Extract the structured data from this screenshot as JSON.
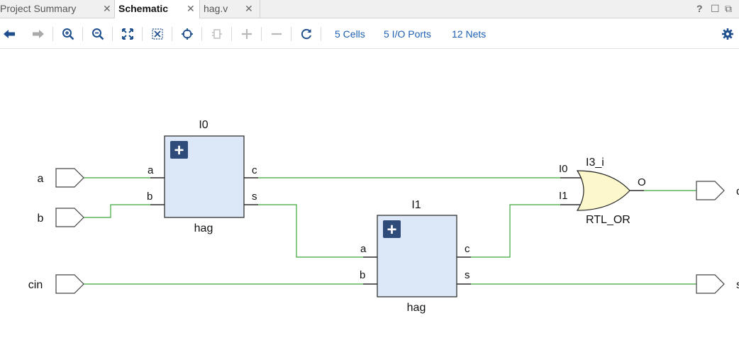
{
  "tabs": [
    {
      "label": "Project Summary",
      "active": false
    },
    {
      "label": "Schematic",
      "active": true
    },
    {
      "label": "hag.v",
      "active": false
    }
  ],
  "window_controls": {
    "help": "?",
    "restore": "☐",
    "float": "⧉"
  },
  "toolbar": {
    "icons": [
      "back-icon",
      "forward-icon",
      "zoom-in-icon",
      "zoom-out-icon",
      "zoom-fit-icon",
      "zoom-selection-icon",
      "select-target-icon",
      "collapse-icon",
      "expand-plus-icon",
      "collapse-minus-icon",
      "refresh-icon",
      "settings-gear-icon"
    ],
    "cells_link": "5 Cells",
    "ports_link": "5 I/O Ports",
    "nets_link": "12 Nets"
  },
  "schematic": {
    "colors": {
      "wire": "#3aa63a",
      "cell_fill": "#dce8f8",
      "gate_fill": "#fdf7cc",
      "plus_bg": "#2e4b7a"
    },
    "ports_in": [
      "a",
      "b",
      "cin"
    ],
    "ports_out_visible_chars": [
      "c",
      "s"
    ],
    "cell_i0": {
      "instance": "I0",
      "module": "hag",
      "pin_a": "a",
      "pin_b": "b",
      "pin_c": "c",
      "pin_s": "s",
      "expand": "+"
    },
    "cell_i1": {
      "instance": "I1",
      "module": "hag",
      "pin_a": "a",
      "pin_b": "b",
      "pin_c": "c",
      "pin_s": "s",
      "expand": "+"
    },
    "or_gate": {
      "instance": "I3_i",
      "type": "RTL_OR",
      "in0": "I0",
      "in1": "I1",
      "out": "O"
    }
  }
}
